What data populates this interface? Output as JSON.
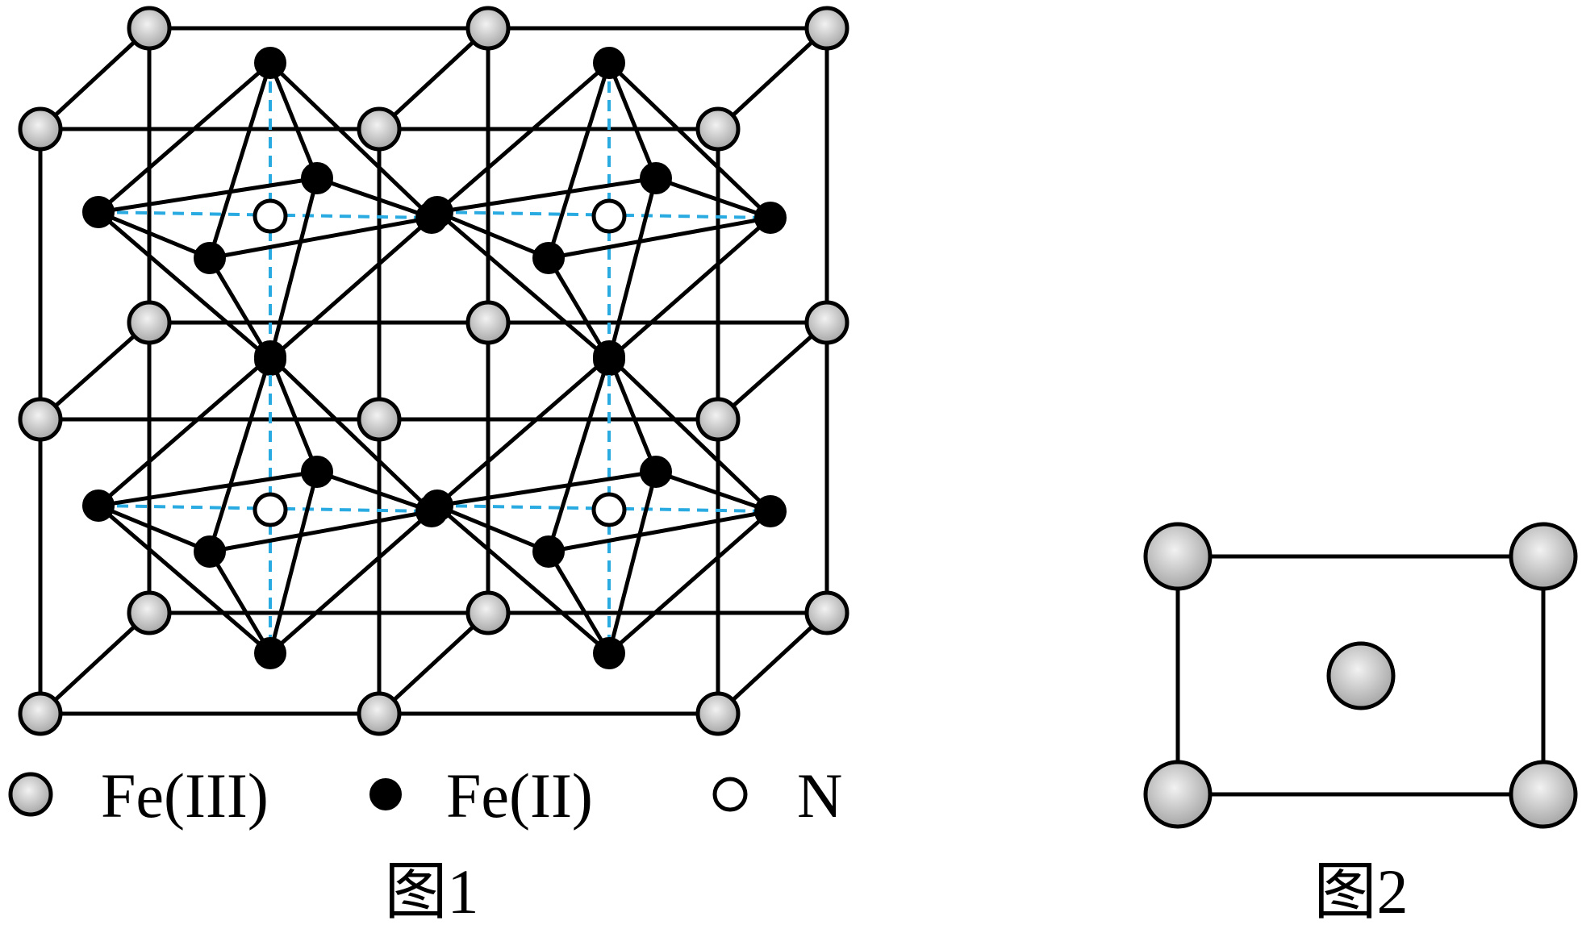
{
  "legend": {
    "fe3_label": "Fe(III)",
    "fe2_label": "Fe(II)",
    "n_label": "N"
  },
  "captions": {
    "figure1": "图1",
    "figure2": "图2"
  },
  "colors": {
    "fe3_fill_center": "#f2f2f2",
    "fe3_fill_edge": "#a6a6a6",
    "fe2_fill": "#000000",
    "n_fill": "#ffffff",
    "edge_stroke": "#000000",
    "dashed_stroke": "#29abe2"
  }
}
